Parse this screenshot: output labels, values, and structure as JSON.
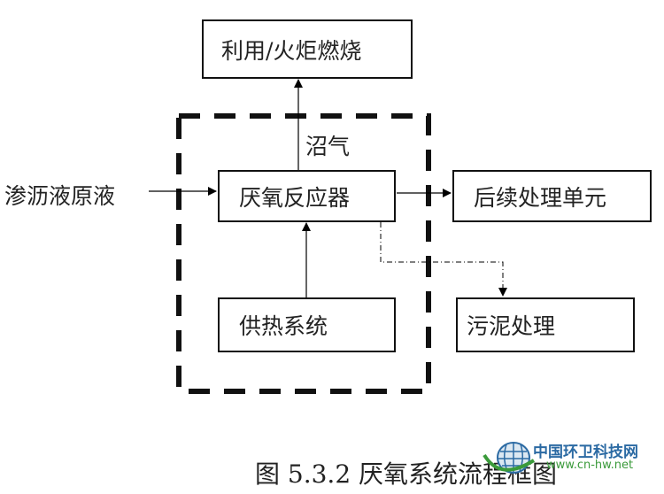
{
  "nodes": {
    "utilization": "利用/火炬燃烧",
    "reactor": "厌氧反应器",
    "post_treatment": "后续处理单元",
    "heating": "供热系统",
    "sludge": "污泥处理"
  },
  "labels": {
    "input": "渗沥液原液",
    "biogas": "沼气"
  },
  "caption": "图 5.3.2 厌氧系统流程框图",
  "watermark": {
    "name": "中国环卫科技网",
    "url": "www.cn-hw.net"
  }
}
